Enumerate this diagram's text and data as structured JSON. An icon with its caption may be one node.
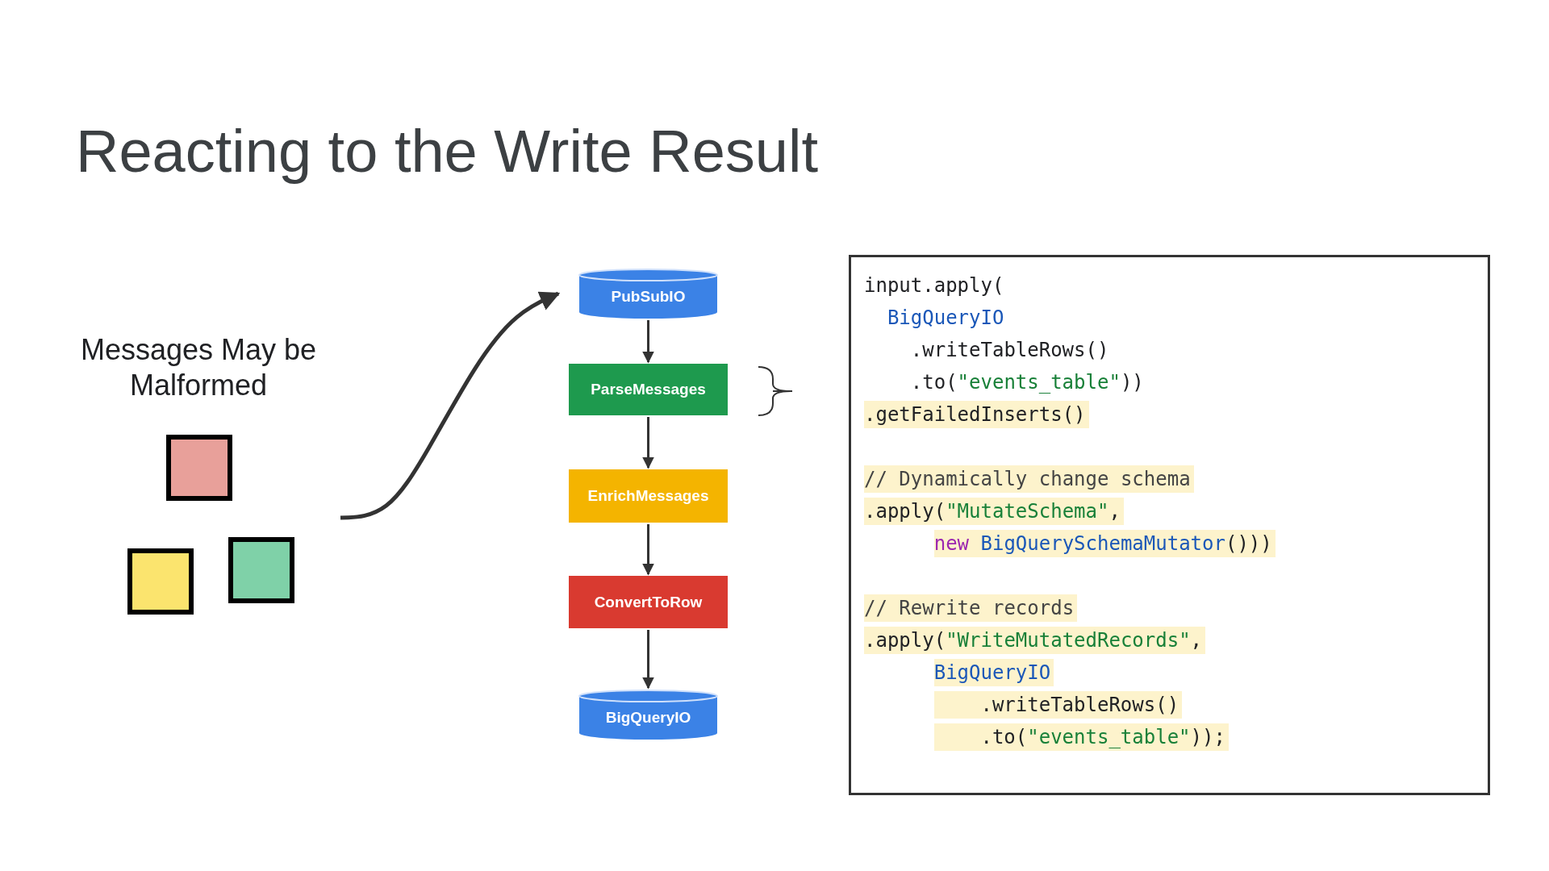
{
  "diagram": {
    "title": "Reacting to the Write Result",
    "nodes": [
      {
        "text": [
          "PubSubIO"
        ]
      },
      {
        "text": [
          "ParseMessages"
        ]
      },
      {
        "text": [
          "EnrichMessages"
        ]
      },
      {
        "text": [
          "ConvertToRow"
        ]
      },
      {
        "text": [
          "BigQueryIO"
        ]
      },
      {
        "text": [],
        "shape": "box"
      },
      {
        "text": [],
        "shape": "box"
      },
      {
        "text": [],
        "shape": "box"
      }
    ],
    "edges": [
      {
        "from": null,
        "to": 0,
        "arrow": "to"
      },
      {
        "from": 0,
        "to": 1,
        "arrow": "to"
      },
      {
        "from": 1,
        "to": 2,
        "arrow": "to"
      },
      {
        "from": 2,
        "to": 3,
        "arrow": "to"
      },
      {
        "from": 3,
        "to": 4,
        "arrow": "to"
      }
    ],
    "labels": [
      "Messages May be Malformed",
      "input.apply(",
      "BigQueryIO",
      ".writeTableRows()",
      ".to(\"events_table\"))",
      ".getFailedInserts()",
      "// Dynamically change schema",
      ".apply(\"MutateSchema\",",
      "new BigQuerySchemaMutator()))",
      "// Rewrite records",
      ".apply(\"WriteMutatedRecords\",",
      "BigQueryIO",
      ".writeTableRows()",
      ".to(\"events_table\"));"
    ]
  }
}
